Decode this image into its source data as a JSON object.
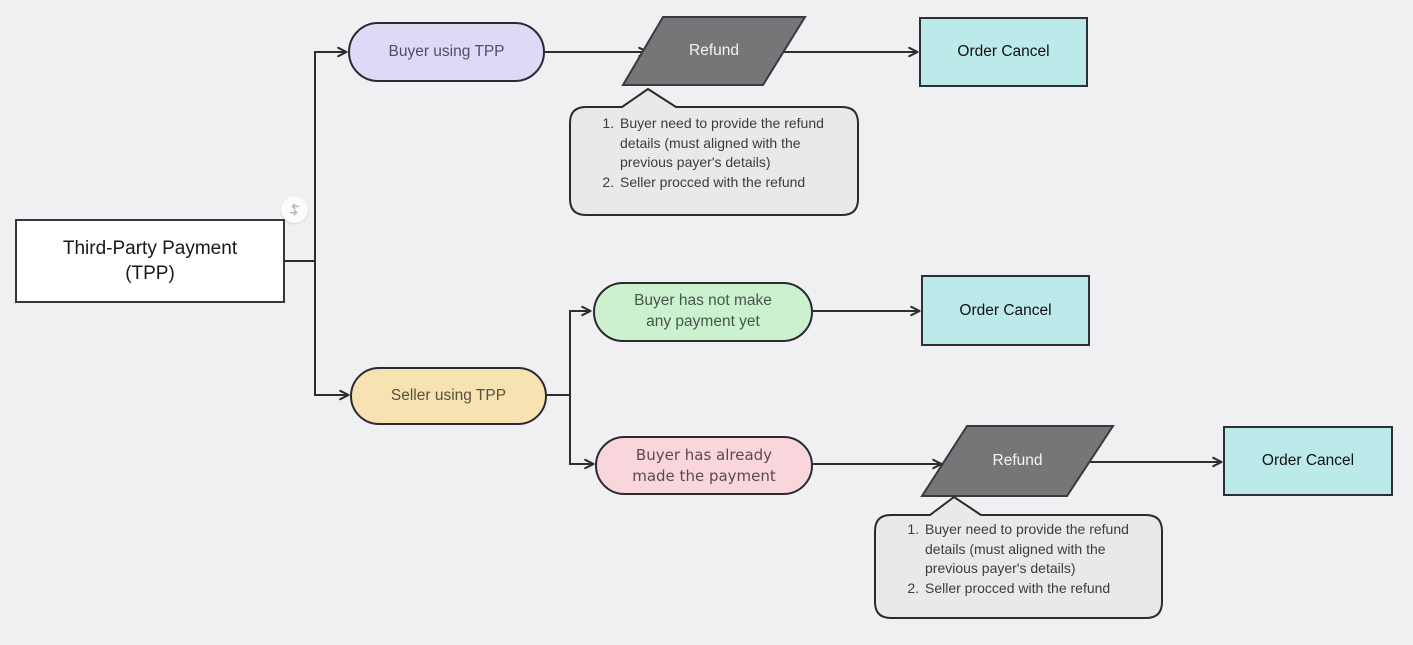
{
  "diagram": {
    "nodes": {
      "root": {
        "lines": [
          "Third-Party Payment",
          "(TPP)"
        ]
      },
      "buyer_tpp": {
        "label": "Buyer using TPP"
      },
      "refund_top": {
        "label": "Refund"
      },
      "cancel_top": {
        "label": "Order Cancel"
      },
      "seller_tpp": {
        "label": "Seller using TPP"
      },
      "no_payment": {
        "lines": [
          "Buyer has not make",
          "any payment yet"
        ]
      },
      "cancel_mid": {
        "label": "Order Cancel"
      },
      "paid": {
        "lines": [
          "Buyer has already",
          "made the payment"
        ]
      },
      "refund_bottom": {
        "label": "Refund"
      },
      "cancel_bottom": {
        "label": "Order Cancel"
      }
    },
    "notes": {
      "top": {
        "items": [
          "Buyer need to provide the refund details (must aligned with the previous payer's details)",
          "Seller procced with the refund"
        ]
      },
      "bottom": {
        "items": [
          "Buyer need to provide the refund details (must aligned with the previous payer's details)",
          "Seller procced with the refund"
        ]
      }
    },
    "icons": {
      "root_badge": "swap-arrows-icon"
    },
    "colors": {
      "canvas_bg": "#f0f0f2",
      "root_fill": "#ffffff",
      "buyer_pill_fill": "#dcdaf7",
      "seller_pill_fill": "#f7e3b2",
      "no_payment_pill_fill": "#cbf1ce",
      "paid_pill_fill": "#f9d6dc",
      "order_cancel_fill": "#bce9ea",
      "refund_fill": "#767679",
      "note_fill": "#e9e9ea",
      "connector": "#2e2e2e"
    }
  }
}
